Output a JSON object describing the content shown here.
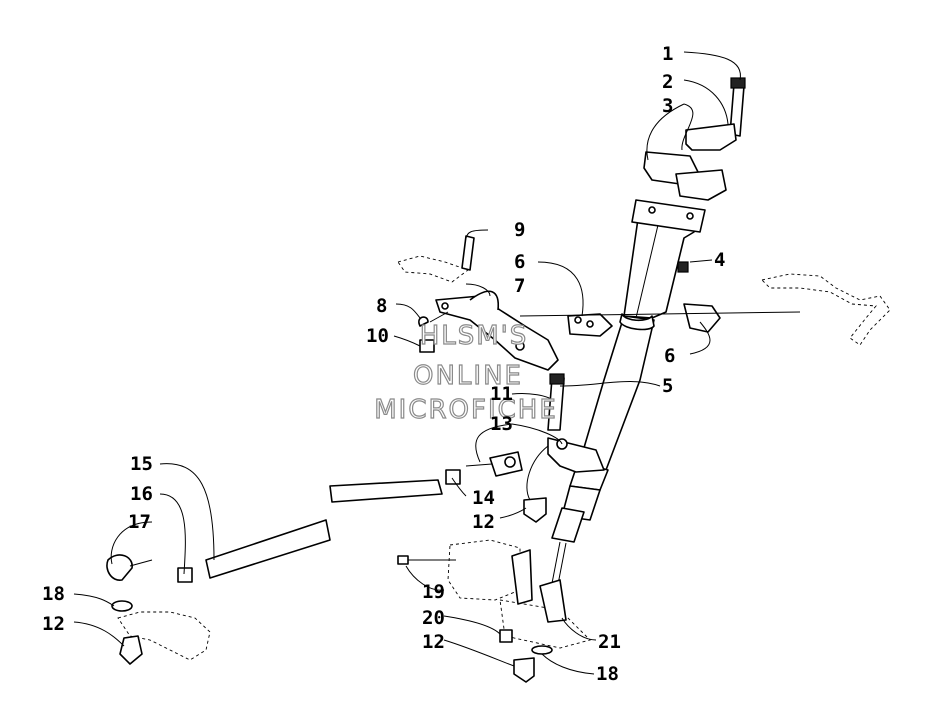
{
  "watermark": [
    "HLSM'S",
    "ONLINE",
    "MICROFICHE"
  ],
  "callouts": [
    {
      "label": "1"
    },
    {
      "label": "2"
    },
    {
      "label": "3"
    },
    {
      "label": "4"
    },
    {
      "label": "5"
    },
    {
      "label": "6"
    },
    {
      "label": "6"
    },
    {
      "label": "7"
    },
    {
      "label": "8"
    },
    {
      "label": "9"
    },
    {
      "label": "10"
    },
    {
      "label": "11"
    },
    {
      "label": "12"
    },
    {
      "label": "12"
    },
    {
      "label": "12"
    },
    {
      "label": "13"
    },
    {
      "label": "14"
    },
    {
      "label": "15"
    },
    {
      "label": "16"
    },
    {
      "label": "17"
    },
    {
      "label": "18"
    },
    {
      "label": "18"
    },
    {
      "label": "19"
    },
    {
      "label": "20"
    },
    {
      "label": "21"
    }
  ]
}
